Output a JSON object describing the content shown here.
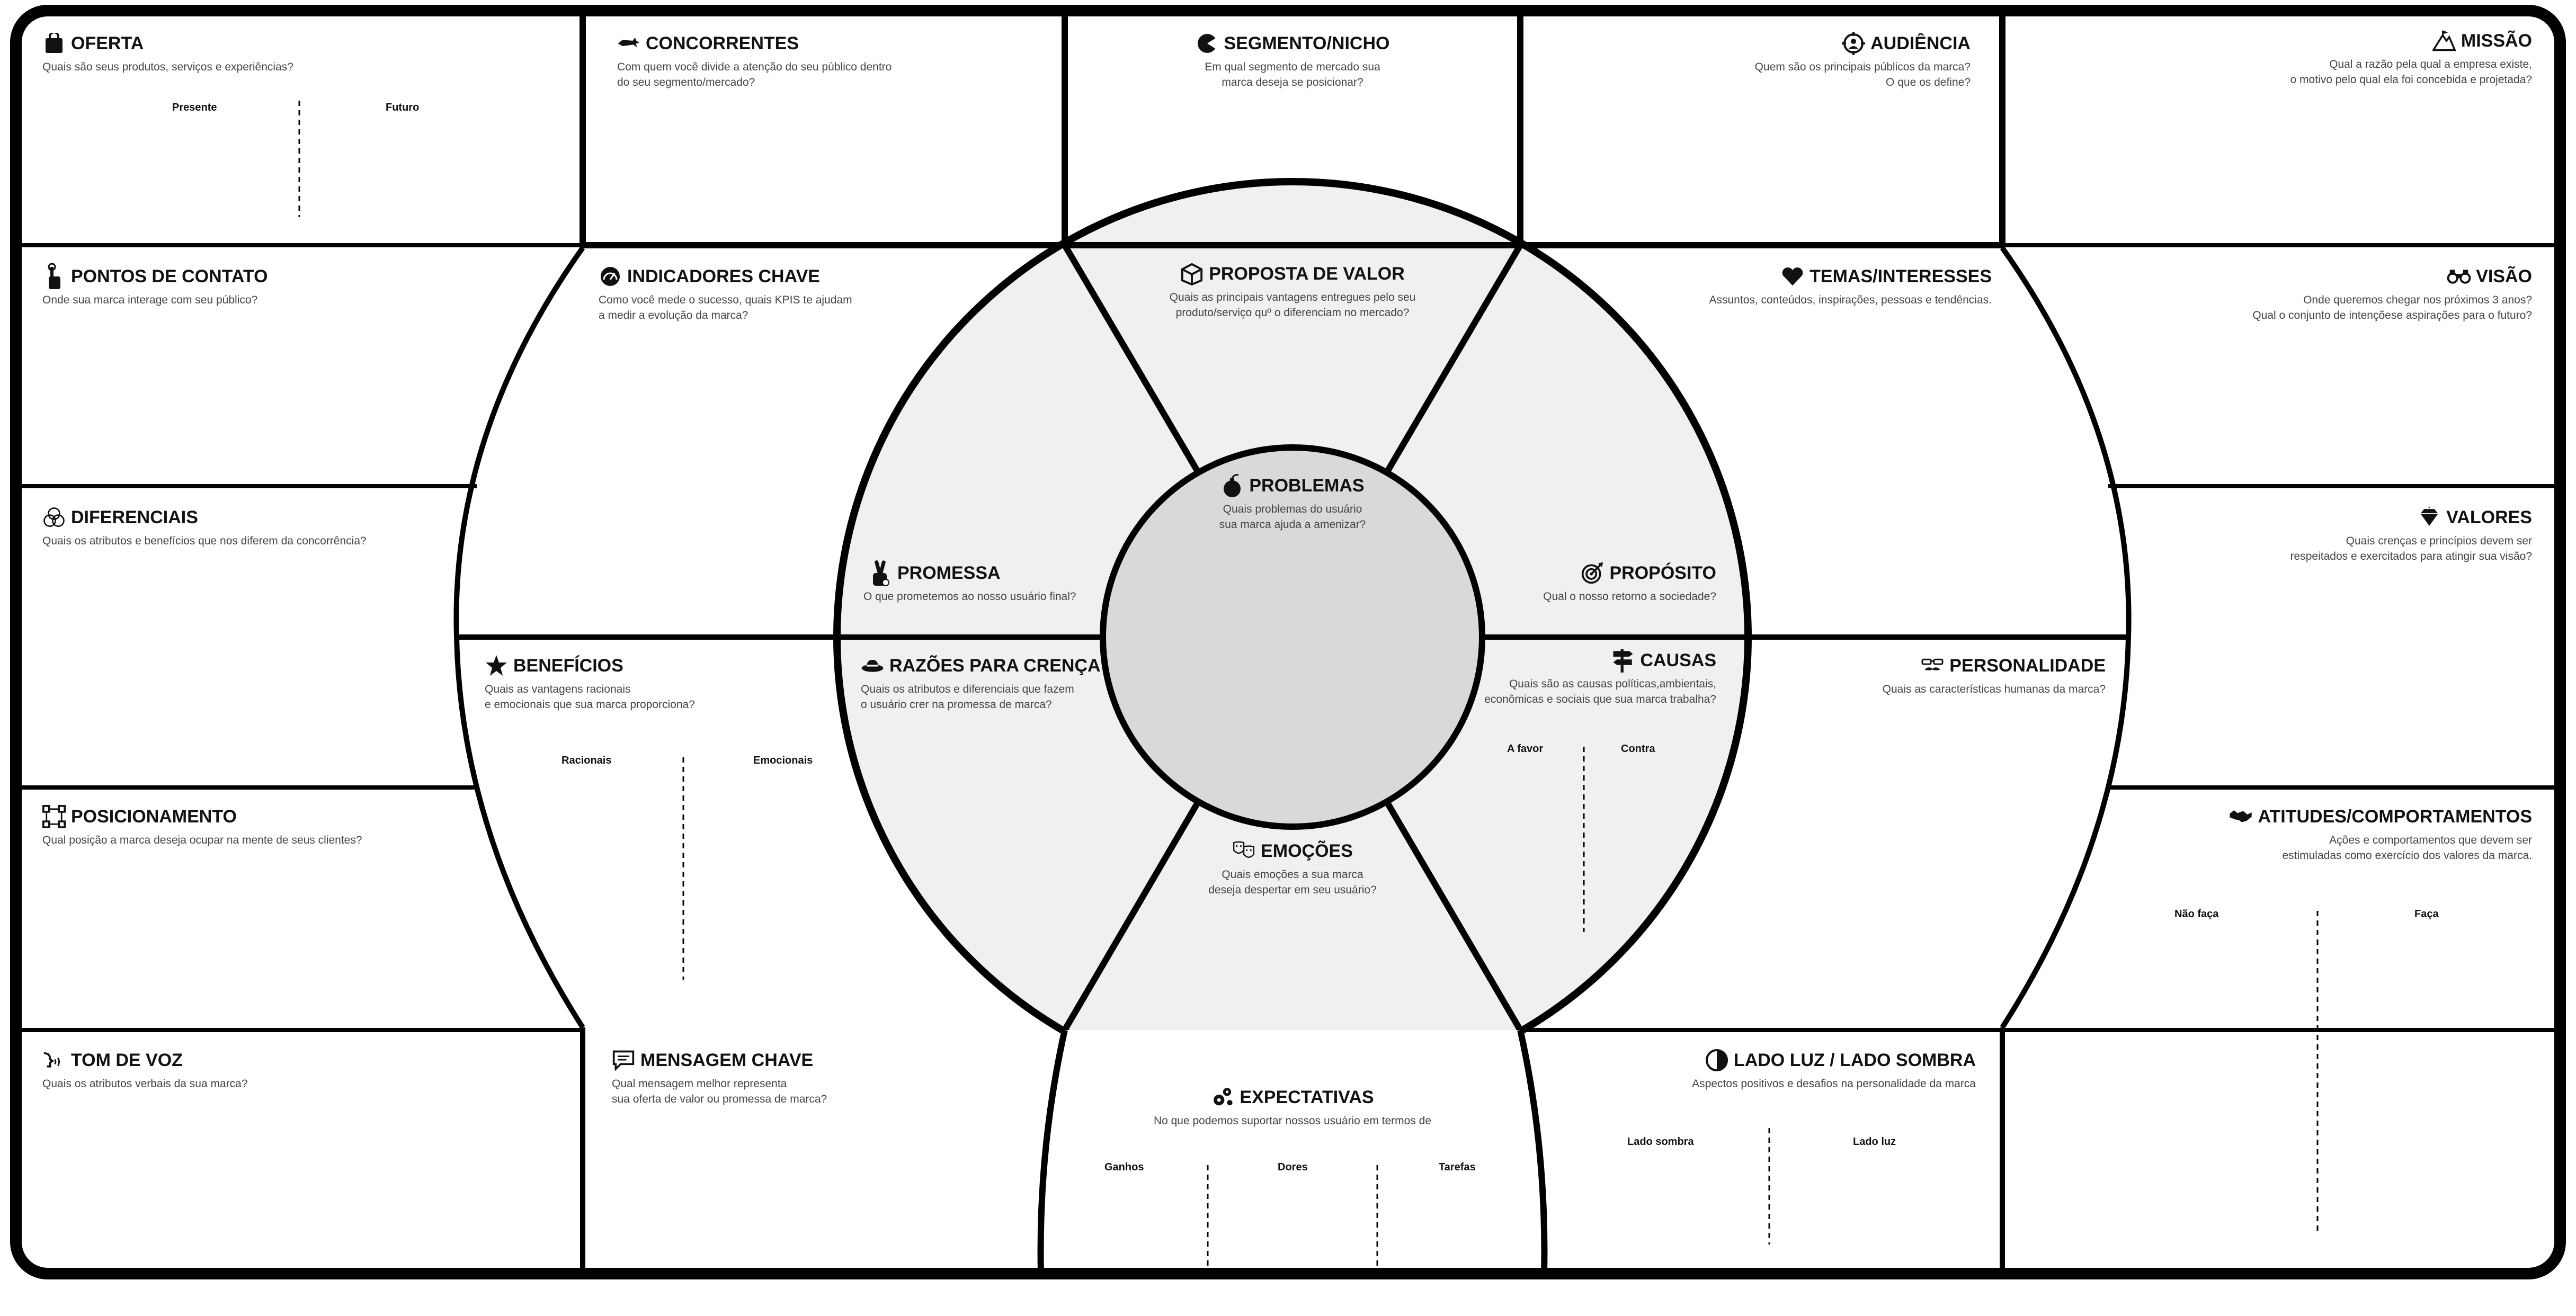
{
  "colors": {
    "border": "#000000",
    "ring": "#f0f0f0",
    "core": "#d9d9d9",
    "text": "#111111",
    "desc": "#444444"
  },
  "cells": {
    "oferta": {
      "icon": "shopping-bag-icon",
      "title": "OFERTA",
      "desc1": "Quais são seus produtos, serviços e experiências?",
      "desc2": "",
      "sub_presente": "Presente",
      "sub_futuro": "Futuro"
    },
    "concorrentes": {
      "icon": "shark-icon",
      "title": "CONCORRENTES",
      "desc1": "Com quem você divide a atenção do seu público dentro",
      "desc2": "do seu segmento/mercado?"
    },
    "segmento": {
      "icon": "pie-slice-icon",
      "title": "SEGMENTO/NICHO",
      "desc1": "Em qual segmento de mercado sua",
      "desc2": "marca deseja se posicionar?"
    },
    "audiencia": {
      "icon": "target-person-icon",
      "title": "AUDIÊNCIA",
      "desc1": "Quem são os principais públicos da marca?",
      "desc2": "O que os define?"
    },
    "missao": {
      "icon": "mountain-flag-icon",
      "title": "MISSÃO",
      "desc1": "Qual a razão pela qual a empresa existe,",
      "desc2": "o motivo pelo qual ela foi concebida e projetada?"
    },
    "pontos": {
      "icon": "touch-hand-icon",
      "title": "PONTOS DE CONTATO",
      "desc1": "Onde sua marca interage com seu público?",
      "desc2": ""
    },
    "indicadores": {
      "icon": "gauge-icon",
      "title": "INDICADORES CHAVE",
      "desc1": "Como você mede o sucesso, quais KPIS te ajudam",
      "desc2": "a medir a evolução  da marca?"
    },
    "proposta": {
      "icon": "gift-box-icon",
      "title": "PROPOSTA DE VALOR",
      "desc1": "Quais as principais vantagens entregues pelo seu",
      "desc2": "produto/serviço quº o diferenciam no mercado?"
    },
    "temas": {
      "icon": "heart-icon",
      "title": "TEMAS/INTERESSES",
      "desc1": "Assuntos, conteúdos, inspirações, pessoas e tendências.",
      "desc2": ""
    },
    "visao": {
      "icon": "binoculars-icon",
      "title": "VISÃO",
      "desc1": "Onde queremos chegar nos próximos 3 anos?",
      "desc2": "Qual o conjunto de intençõese aspirações para o futuro?"
    },
    "diferenciais": {
      "icon": "venn-circles-icon",
      "title": "DIFERENCIAIS",
      "desc1": "Quais os atributos e benefícios que nos diferem da concorrência?",
      "desc2": ""
    },
    "problemas": {
      "icon": "bomb-icon",
      "title": "PROBLEMAS",
      "desc1": "Quais problemas do usuário",
      "desc2": "sua marca ajuda a amenizar?"
    },
    "promessa": {
      "icon": "crossed-fingers-icon",
      "title": "PROMESSA",
      "desc1": "O que prometemos ao nosso usuário final?",
      "desc2": ""
    },
    "proposito": {
      "icon": "target-arrow-icon",
      "title": "PROPÓSITO",
      "desc1": "Qual o nosso retorno a sociedade?",
      "desc2": ""
    },
    "valores": {
      "icon": "diamond-icon",
      "title": "VALORES",
      "desc1": "Quais crenças e princípios devem ser",
      "desc2": "respeitados e exercitados para atingir sua visão?"
    },
    "beneficios": {
      "icon": "star-icon",
      "title": "BENEFÍCIOS",
      "desc1": "Quais as vantagens racionais",
      "desc2": "e emocionais que sua marca proporciona?",
      "sub_a": "Racionais",
      "sub_b": "Emocionais"
    },
    "razoes": {
      "icon": "hat-icon",
      "title": "RAZÕES PARA CRENÇA",
      "desc1": "Quais os atributos e diferenciais que fazem",
      "desc2": "o usuário crer na promessa de marca?"
    },
    "causas": {
      "icon": "signpost-icon",
      "title": "CAUSAS",
      "desc1": "Quais são as causas políticas,ambientais,",
      "desc2": "econômicas e sociais que sua marca trabalha?",
      "sub_a": "A favor",
      "sub_b": "Contra"
    },
    "personalidade": {
      "icon": "glasses-mustache-icon",
      "title": "PERSONALIDADE",
      "desc1": "Quais as características humanas da marca?",
      "desc2": ""
    },
    "posicionamento": {
      "icon": "focus-frame-icon",
      "title": "POSICIONAMENTO",
      "desc1": "Qual posição a marca deseja ocupar na mente de seus clientes?",
      "desc2": ""
    },
    "emocoes": {
      "icon": "theater-masks-icon",
      "title": "EMOÇÕES",
      "desc1": "Quais emoções a sua marca",
      "desc2": "deseja despertar em seu usuário?"
    },
    "atitudes": {
      "icon": "handshake-icon",
      "title": "ATITUDES/COMPORTAMENTOS",
      "desc1": "Ações e comportamentos que devem ser",
      "desc2": "estimuladas como exercício dos valores da marca.",
      "sub_a": "Não faça",
      "sub_b": "Faça"
    },
    "tom": {
      "icon": "speaking-head-icon",
      "title": "TOM DE VOZ",
      "desc1": "Quais os atributos verbais da sua marca?",
      "desc2": ""
    },
    "mensagem": {
      "icon": "chat-bubble-icon",
      "title": "MENSAGEM CHAVE",
      "desc1": "Qual mensagem melhor representa",
      "desc2": "sua oferta de valor ou promessa de marca?"
    },
    "expectativas": {
      "icon": "gears-icon",
      "title": "EXPECTATIVAS",
      "desc1": "No que podemos suportar nossos usuário em termos de",
      "desc2": "",
      "sub_a": "Ganhos",
      "sub_b": "Dores",
      "sub_c": "Tarefas"
    },
    "ladoluz": {
      "icon": "half-circle-icon",
      "title": "LADO LUZ / LADO SOMBRA",
      "desc1": "Aspectos positivos e desafios na personalidade da marca",
      "desc2": "",
      "sub_a": "Lado sombra",
      "sub_b": "Lado luz"
    }
  }
}
